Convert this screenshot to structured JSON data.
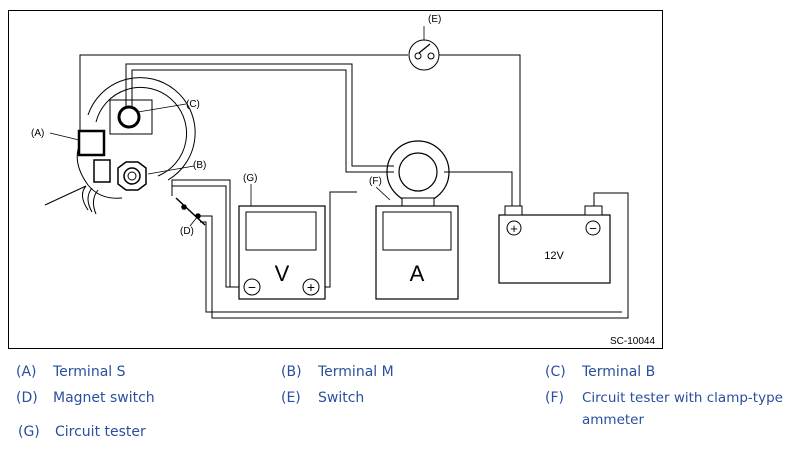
{
  "diagram": {
    "callouts": {
      "a": "(A)",
      "b": "(B)",
      "c": "(C)",
      "d": "(D)",
      "e": "(E)",
      "f": "(F)",
      "g": "(G)"
    },
    "meter_v_symbol": "V",
    "meter_a_symbol": "A",
    "battery_label": "12V",
    "plus_sign": "+",
    "minus_sign": "−",
    "figure_id": "SC-10044"
  },
  "legend": [
    {
      "key": "(A)",
      "text": "Terminal S"
    },
    {
      "key": "(B)",
      "text": "Terminal M"
    },
    {
      "key": "(C)",
      "text": "Terminal B"
    },
    {
      "key": "(D)",
      "text": "Magnet switch"
    },
    {
      "key": "(E)",
      "text": "Switch"
    },
    {
      "key": "(F)",
      "text": "Circuit tester with clamp-type ammeter"
    },
    {
      "key": "(G)",
      "text": "Circuit tester"
    }
  ],
  "colors": {
    "legend_text": "#2a4f9e",
    "line": "#000000"
  }
}
